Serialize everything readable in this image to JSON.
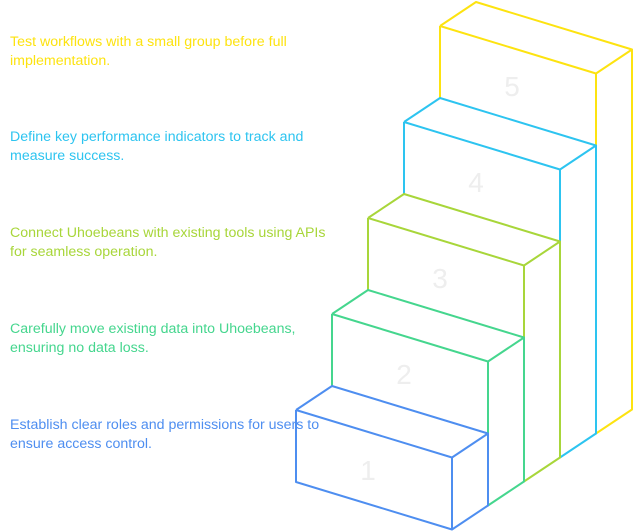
{
  "steps": [
    {
      "number": "1",
      "text": "Establish clear roles and permissions for users to ensure access control.",
      "color": "#4e8ef0"
    },
    {
      "number": "2",
      "text": "Carefully move existing data into Uhoebeans, ensuring no data loss.",
      "color": "#45d68e"
    },
    {
      "number": "3",
      "text": "Connect Uhoebeans with existing tools using APIs for seamless operation.",
      "color": "#a8d63a"
    },
    {
      "number": "4",
      "text": "Define key performance indicators to track and measure success.",
      "color": "#2dc4f0"
    },
    {
      "number": "5",
      "text": "Test workflows with a small group before full implementation.",
      "color": "#fde310"
    }
  ]
}
